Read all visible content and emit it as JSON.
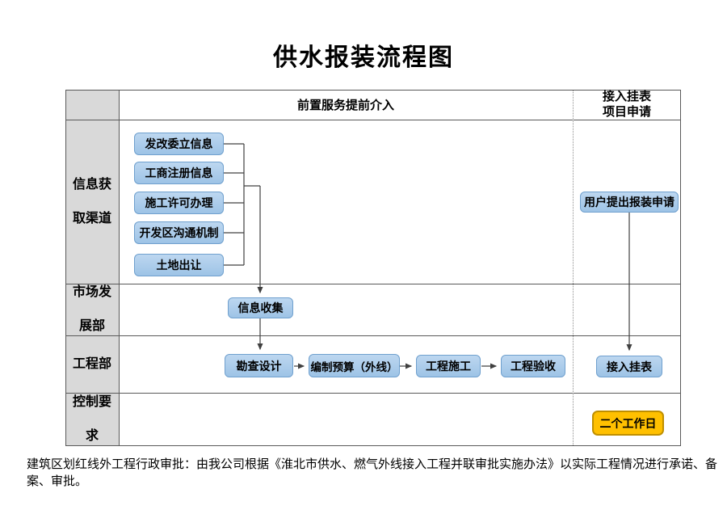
{
  "title": "供水报装流程图",
  "header": {
    "main_section": "前置服务提前介入",
    "right_section_line1": "接入挂表",
    "right_section_line2": "项目申请"
  },
  "swimlanes": [
    {
      "label": "信息获取渠道"
    },
    {
      "label": "市场发展部"
    },
    {
      "label": "工程部"
    },
    {
      "label": "控制要求"
    }
  ],
  "nodes": {
    "source_boxes": [
      "发改委立信息",
      "工商注册信息",
      "施工许可办理",
      "开发区沟通机制",
      "土地出让"
    ],
    "info_collect": "信息收集",
    "survey_design": "勘查设计",
    "budget": "编制预算（外线）",
    "construction": "工程施工",
    "acceptance": "工程验收",
    "user_apply": "用户提出报装申请",
    "meter_install": "接入挂表",
    "working_days": "二个工作日"
  },
  "footer_note": "建筑区划红线外工程行政审批：由我公司根据《淮北市供水、燃气外线接入工程并联审批实施办法》以实际工程情况进行承诺、备案、审批。",
  "colors": {
    "node_fill": "#9DC3E6",
    "node_border": "#6FA0CE",
    "highlight_fill": "#FFC000",
    "highlight_border": "#BF8F00",
    "lane_label_bg": "#D9D9D9",
    "grid_line": "#595959",
    "connector_line": "#404040"
  }
}
